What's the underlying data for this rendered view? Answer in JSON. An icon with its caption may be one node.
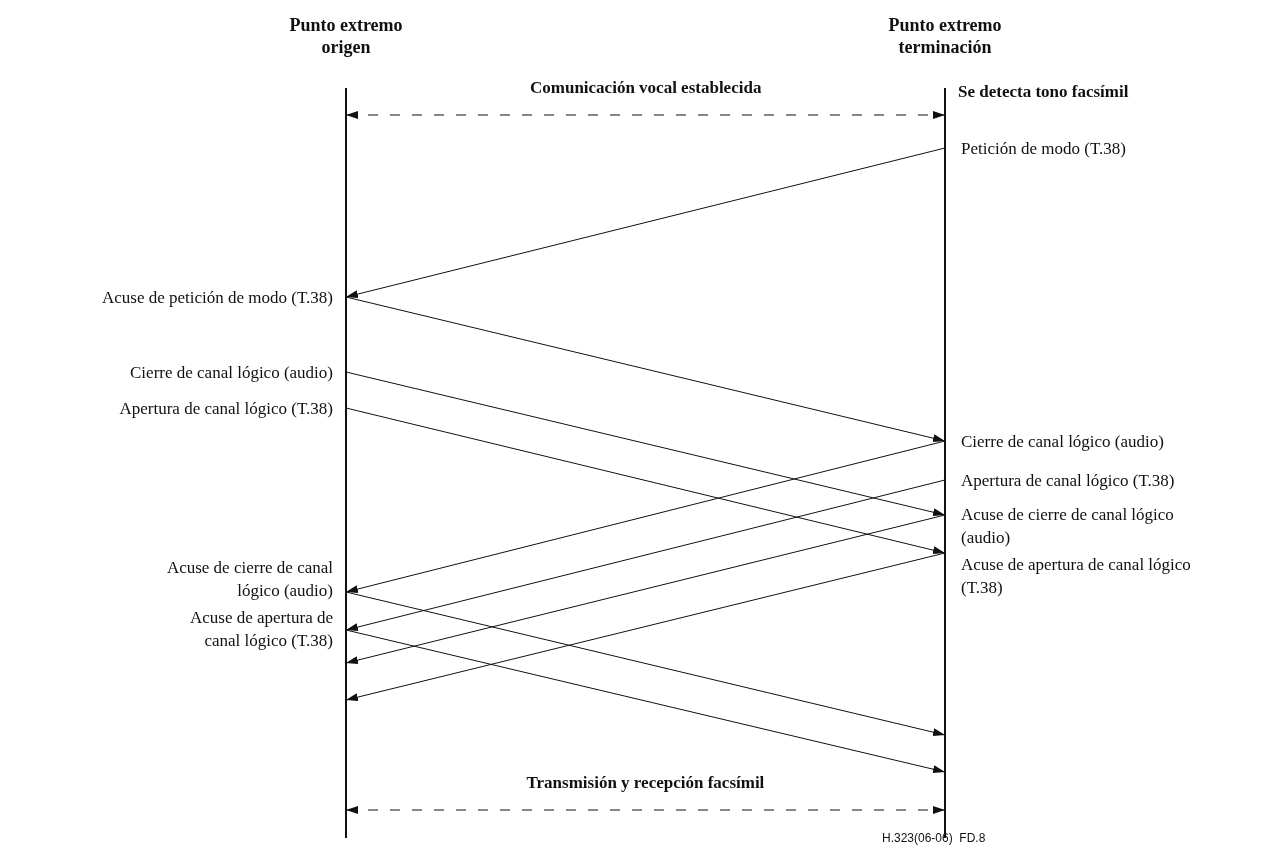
{
  "diagram": {
    "nodes": [
      {
        "text": [
          "Punto extremo origen"
        ]
      },
      {
        "text": [
          "Punto extremo terminación"
        ]
      }
    ],
    "edges": [
      {
        "from": 0,
        "to": 1,
        "arrow": "both",
        "style": "dashed",
        "label": "Comunicación vocal establecida"
      },
      {
        "from": 1,
        "to": 0,
        "arrow": "to",
        "label": "Petición de modo (T.38)"
      },
      {
        "from": 0,
        "to": 1,
        "arrow": "to",
        "label": "Acuse de petición de modo (T.38)"
      },
      {
        "from": 0,
        "to": 1,
        "arrow": "to",
        "label": "Cierre de canal lógico (audio)"
      },
      {
        "from": 0,
        "to": 1,
        "arrow": "to",
        "label": "Apertura de canal lógico (T.38)"
      },
      {
        "from": 1,
        "to": 0,
        "arrow": "to",
        "label": "Cierre de canal lógico (audio)"
      },
      {
        "from": 1,
        "to": 0,
        "arrow": "to",
        "label": "Apertura de canal lógico (T.38)"
      },
      {
        "from": 1,
        "to": 0,
        "arrow": "to",
        "label": "Acuse de cierre de canal lógico (audio)"
      },
      {
        "from": 1,
        "to": 0,
        "arrow": "to",
        "label": "Acuse de apertura de canal lógico (T.38)"
      },
      {
        "from": 0,
        "to": 1,
        "arrow": "to",
        "label": "Acuse de cierre de canal lógico (audio)"
      },
      {
        "from": 0,
        "to": 1,
        "arrow": "to",
        "label": "Acuse de apertura de canal lógico (T.38)"
      },
      {
        "from": 0,
        "to": 1,
        "arrow": "both",
        "style": "dashed",
        "label": "Transmisión y recepción facsímil"
      }
    ],
    "labels": [
      "Se detecta tono facsímil",
      "H.323(06-06)  FD.8"
    ]
  }
}
